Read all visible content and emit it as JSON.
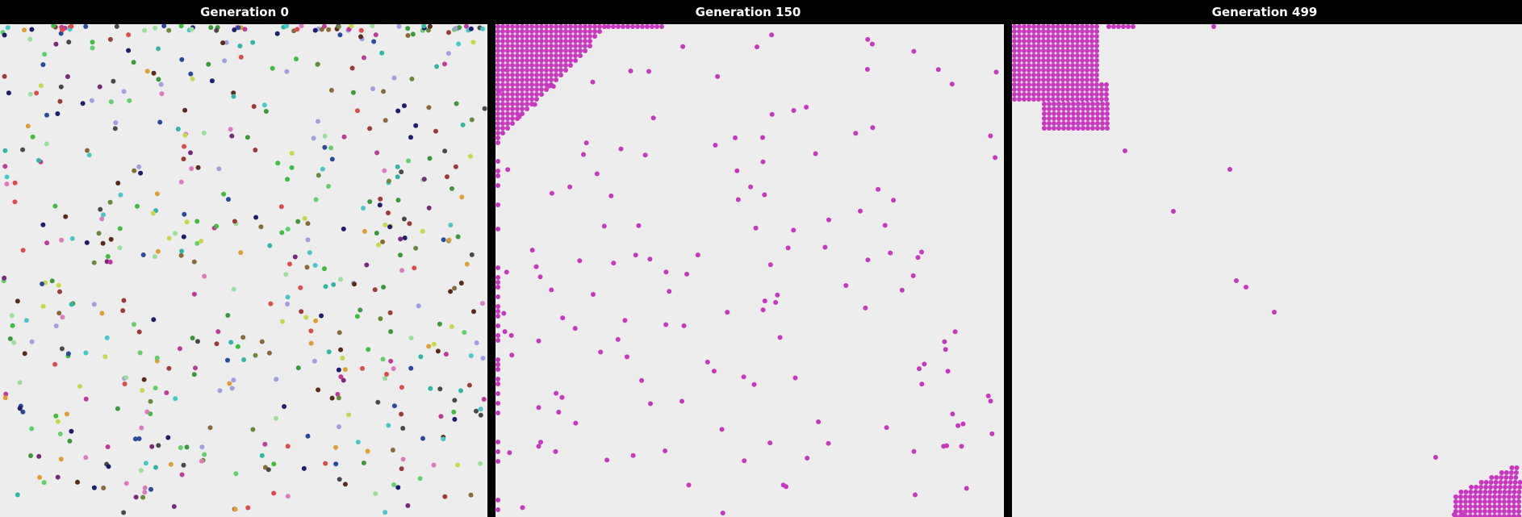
{
  "panels": [
    {
      "title": "Generation 0",
      "mode": "random"
    },
    {
      "title": "Generation 150",
      "mode": "converging"
    },
    {
      "title": "Generation 499",
      "mode": "converged"
    }
  ],
  "colors": {
    "background": "#ededed",
    "frame": "#000000",
    "dominant": "#c936c0",
    "random_palette": [
      "#3a9a3a",
      "#5fd06a",
      "#2a4aa0",
      "#1e1e6e",
      "#7a2a7a",
      "#c03a9a",
      "#e04a4a",
      "#e0a030",
      "#c8d84a",
      "#46c8c8",
      "#2fb8a8",
      "#8a6a3a",
      "#6a8a3a",
      "#a0a0e0",
      "#e07ac0",
      "#4a4a4a",
      "#9adf9a",
      "#5a2a1a",
      "#3ac03a",
      "#a03a3a"
    ]
  }
}
